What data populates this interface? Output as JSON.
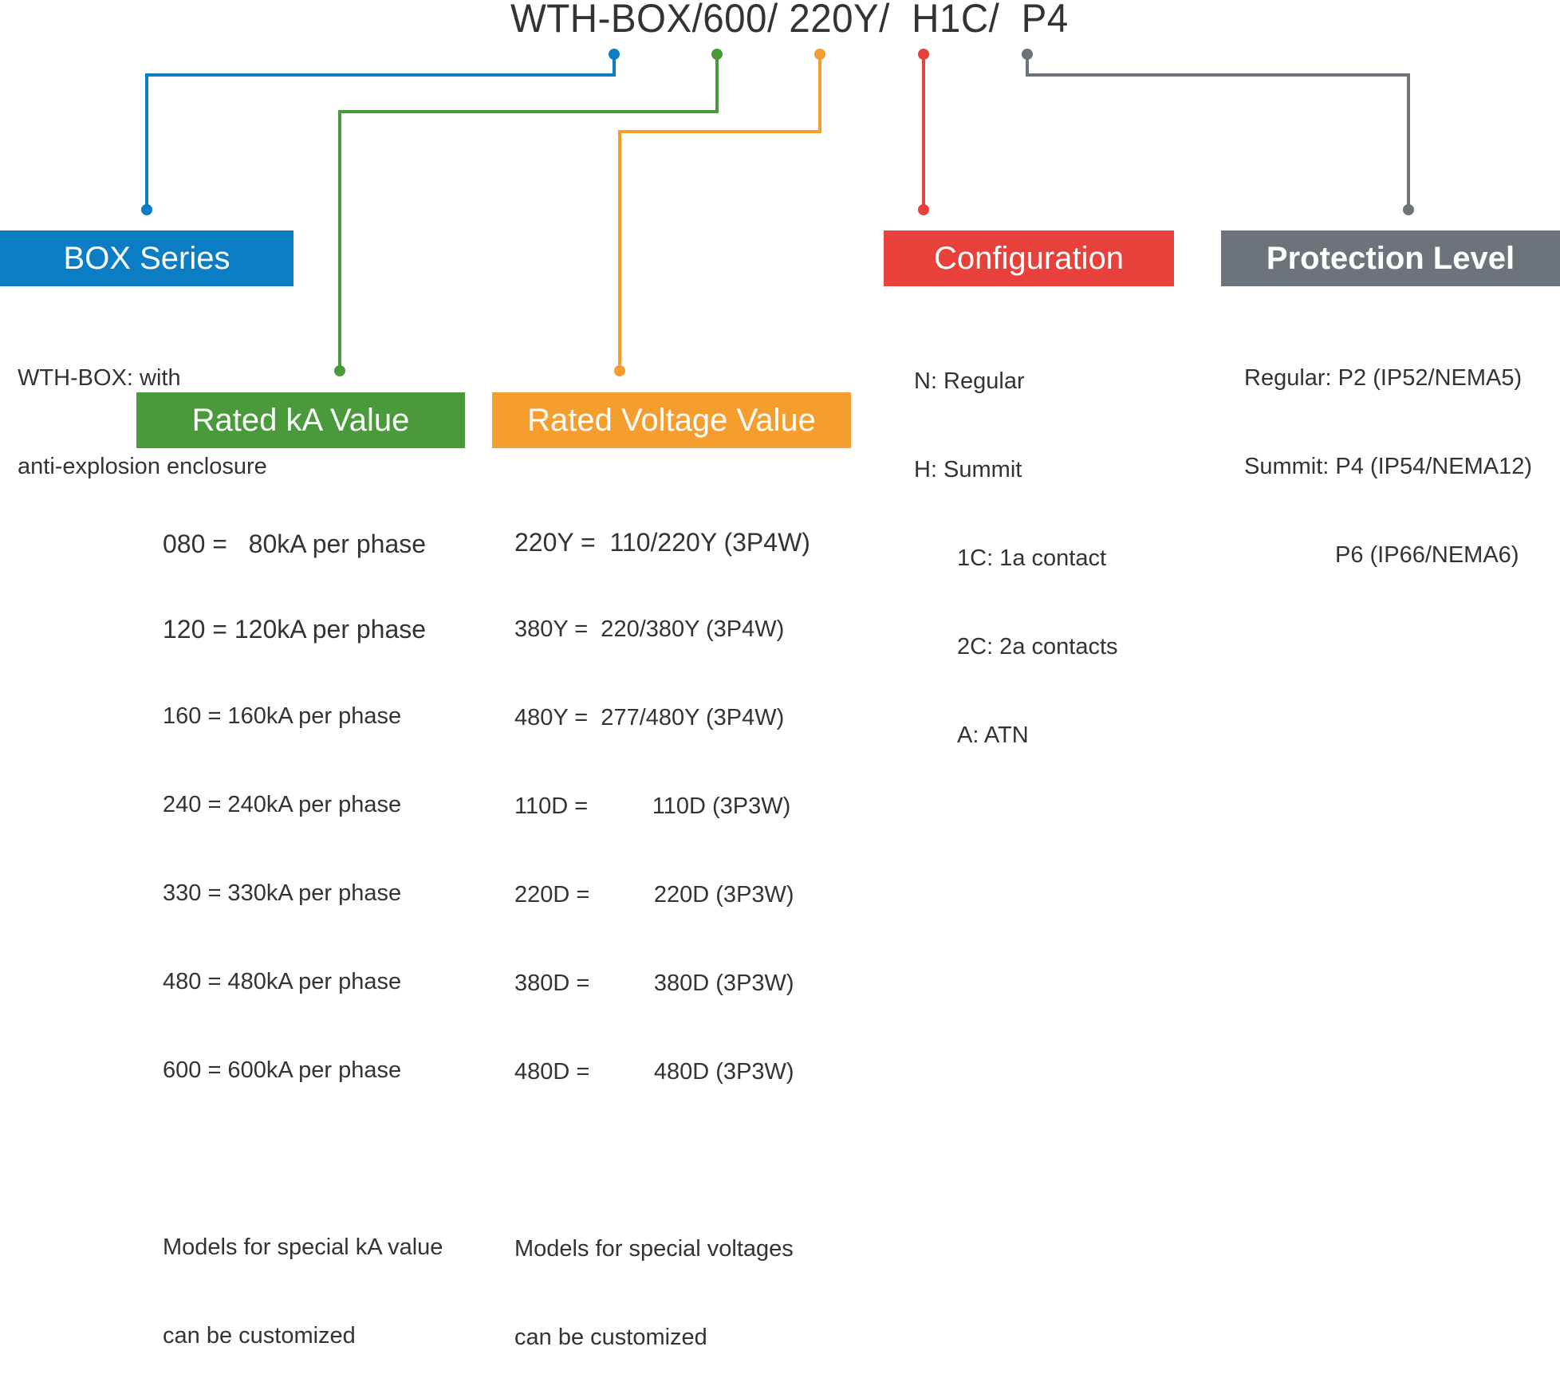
{
  "model_code": "WTH-BOX/600/ 220Y/  H1C/  P4",
  "colors": {
    "box_series": "#0b7dc4",
    "rated_ka": "#4a9a3c",
    "rated_voltage": "#f59e2d",
    "configuration": "#e8403a",
    "protection_level": "#6c737b",
    "text": "#333333"
  },
  "sections": {
    "box_series": {
      "title": "BOX Series",
      "lines": [
        "WTH-BOX: with",
        "anti-explosion enclosure"
      ]
    },
    "rated_ka": {
      "title": "Rated  kA Value",
      "lines": [
        "080 =   80kA per phase",
        "120 = 120kA per phase",
        "160 = 160kA per phase",
        "240 = 240kA per phase",
        "330 = 330kA per phase",
        "480 = 480kA per phase",
        "600 = 600kA per phase"
      ],
      "note": [
        "Models for special kA value",
        "can be customized"
      ]
    },
    "rated_voltage": {
      "title": "Rated Voltage Value",
      "lines": [
        "220Y =  110/220Y (3P4W)",
        "380Y =  220/380Y (3P4W)",
        "480Y =  277/480Y (3P4W)",
        "110D =          110D (3P3W)",
        "220D =          220D (3P3W)",
        "380D =          380D (3P3W)",
        "480D =          480D (3P3W)"
      ],
      "note": [
        "Models for special voltages",
        "can be customized"
      ]
    },
    "configuration": {
      "title": "Configuration",
      "lines": [
        "N: Regular",
        "H: Summit"
      ],
      "sub_lines": [
        "1C: 1a contact",
        "2C: 2a contacts",
        "A: ATN"
      ]
    },
    "protection_level": {
      "title": "Protection Level",
      "lines": [
        "Regular: P2 (IP52/NEMA5)",
        "Summit: P4 (IP54/NEMA12)"
      ],
      "sub_lines": [
        "P6 (IP66/NEMA6)"
      ]
    }
  }
}
